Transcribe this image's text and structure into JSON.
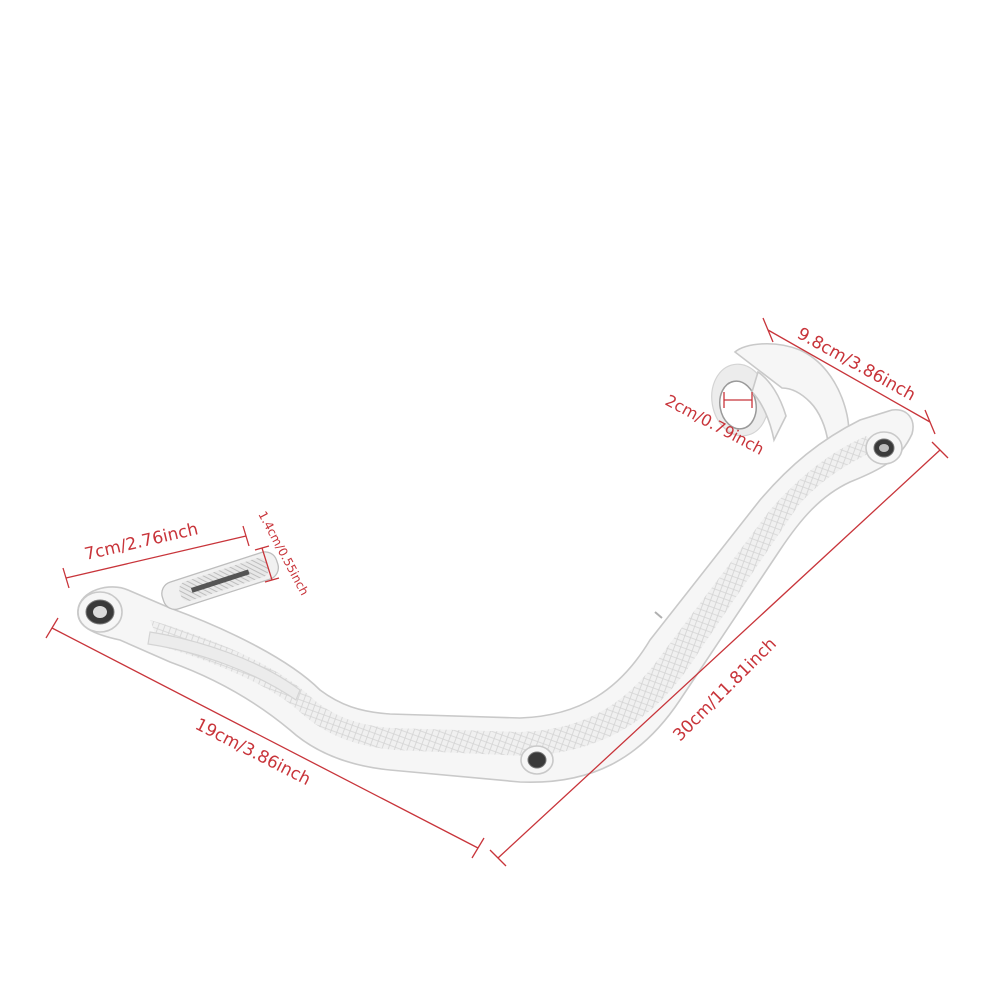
{
  "colors": {
    "dimension": "#c8343a",
    "part_fill": "#f6f6f6",
    "part_stroke": "#c9c9c9"
  },
  "dimensions": {
    "handguard_width": "9.8cm/3.86inch",
    "clamp_diameter": "2cm/0.79inch",
    "peg_length": "7cm/2.76inch",
    "peg_diameter": "1.4cm/0.55inch",
    "bar_length": "19cm/3.86inch",
    "total_length": "30cm/11.81inch"
  }
}
